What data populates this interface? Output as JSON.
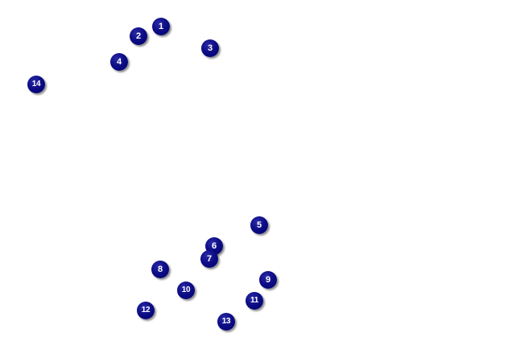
{
  "map": {
    "background_color": "#ffffff",
    "marker_color": "#000080",
    "marker_text_color": "#ffffff",
    "markers": [
      {
        "label": "1"
      },
      {
        "label": "2"
      },
      {
        "label": "3"
      },
      {
        "label": "4"
      },
      {
        "label": "5"
      },
      {
        "label": "6"
      },
      {
        "label": "7"
      },
      {
        "label": "8"
      },
      {
        "label": "9"
      },
      {
        "label": "10"
      },
      {
        "label": "11"
      },
      {
        "label": "12"
      },
      {
        "label": "13"
      },
      {
        "label": "14"
      }
    ]
  }
}
